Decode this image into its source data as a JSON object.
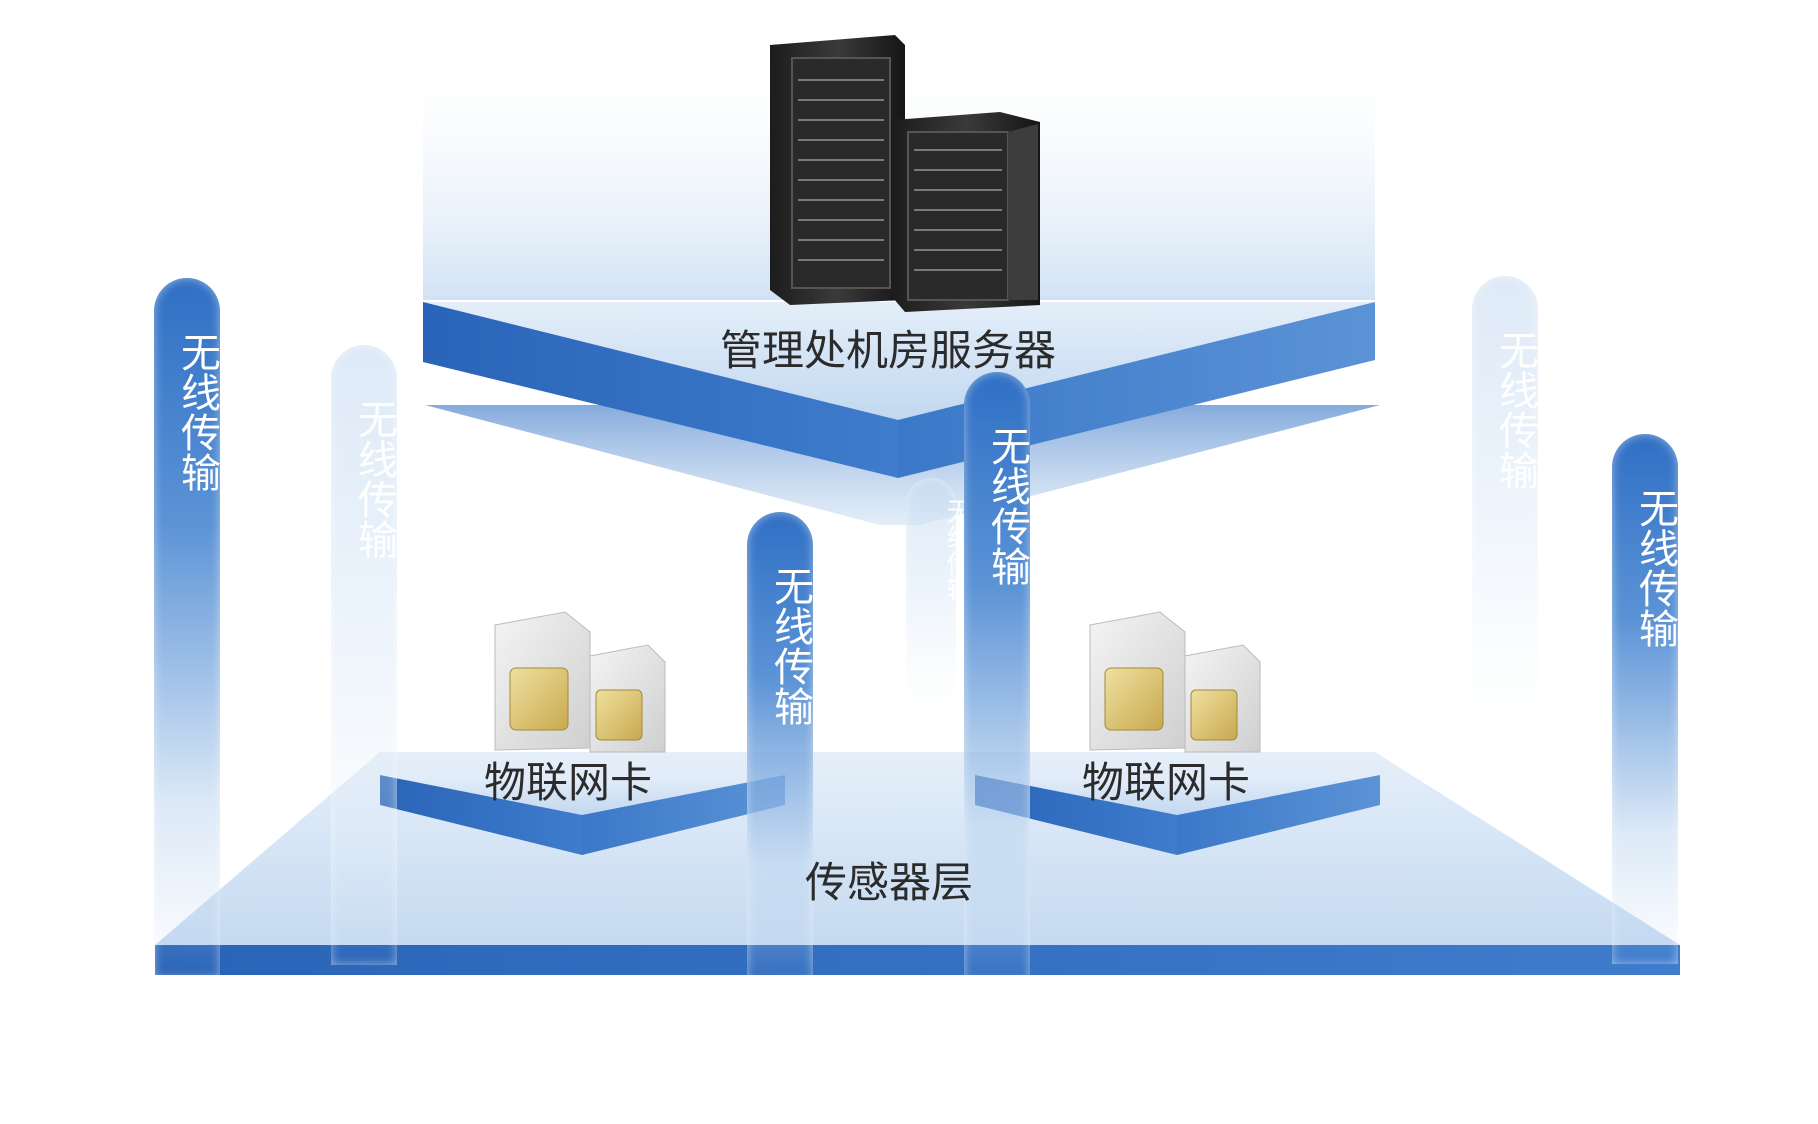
{
  "layers": {
    "server_label": "管理处机房服务器",
    "sensor_label": "传感器层",
    "card_label_left": "物联网卡",
    "card_label_right": "物联网卡"
  },
  "pillars": [
    "无线传输",
    "无线传输",
    "无线传输",
    "无线传输",
    "无线传输",
    "无线传输",
    "无线传输"
  ],
  "colors": {
    "platform_blue": "#2a64b8",
    "platform_light": "#cfe0f4",
    "pillar_blue": "#2f6fc4",
    "text_dark": "#2b2b2b"
  },
  "icons": [
    "server-rack-icon",
    "sim-card-icon"
  ]
}
